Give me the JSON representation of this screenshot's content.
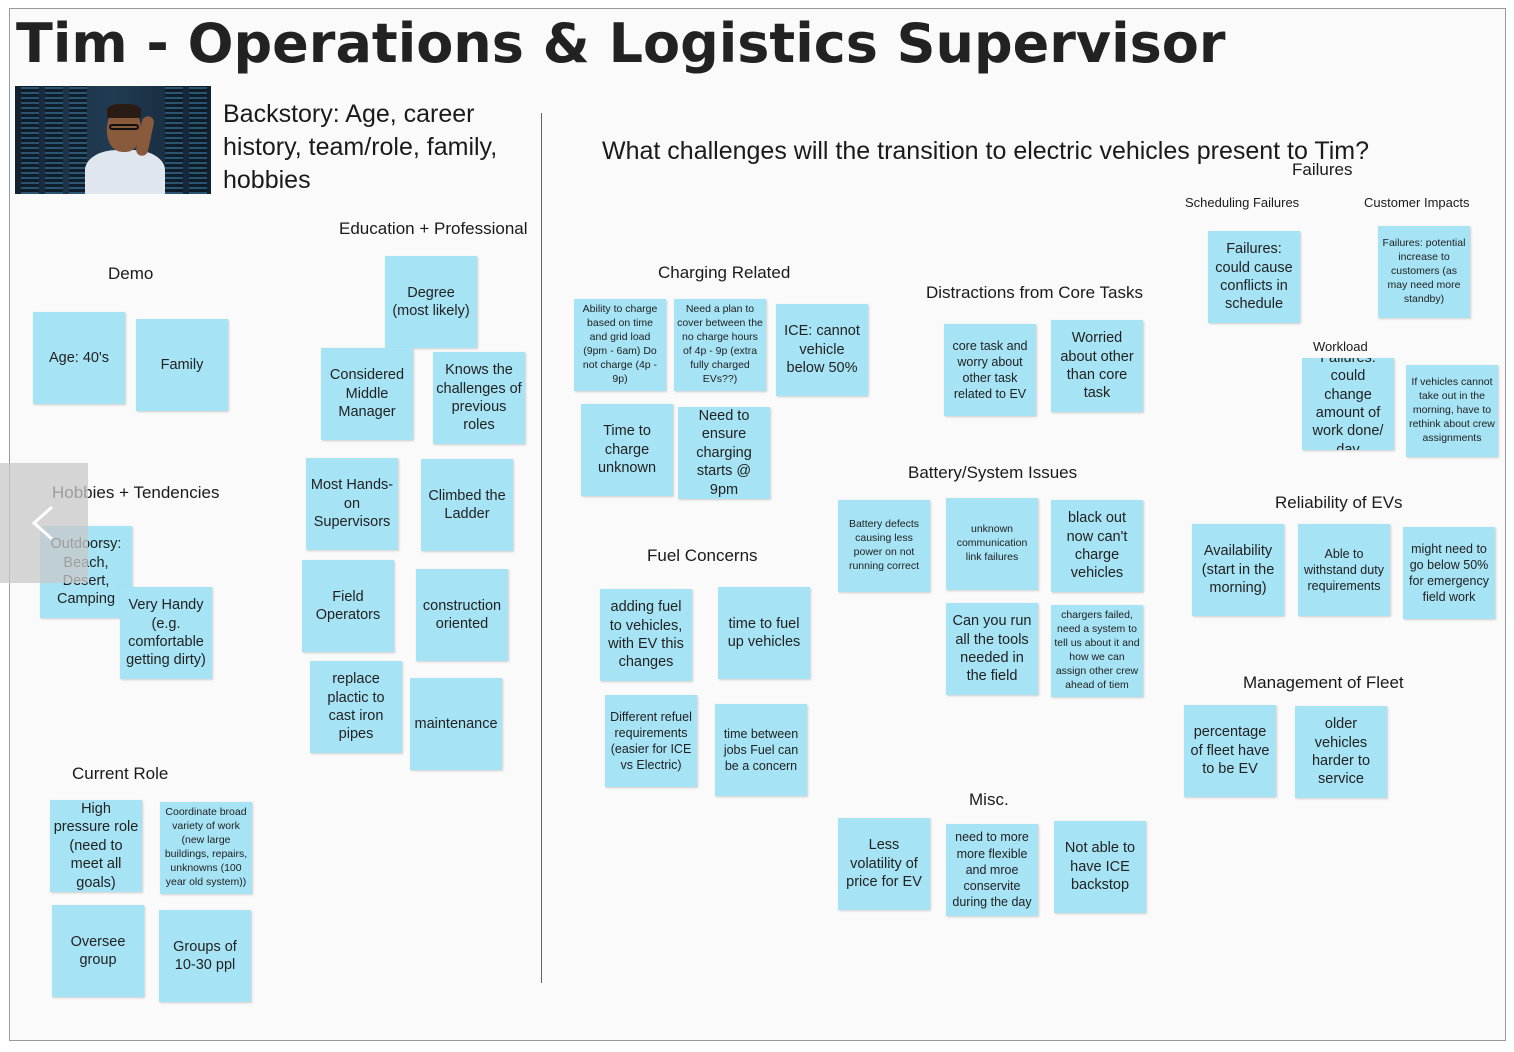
{
  "title": "Tim - Operations & Logistics Supervisor",
  "backstory": "Backstory: Age, career history, team/role, family, hobbies",
  "question": "What challenges will the transition to electric vehicles present to Tim?",
  "photo_icon": "person-photo",
  "nav_icon": "chevron-left-icon",
  "colors": {
    "sticky": "#a6e3f5",
    "board": "#fafafa"
  },
  "sections": {
    "demo": "Demo",
    "education": "Education + Professional",
    "hobbies": "Hobbies + Tendencies",
    "current_role": "Current Role",
    "charging": "Charging Related",
    "fuel": "Fuel Concerns",
    "distractions": "Distractions from Core Tasks",
    "battery": "Battery/System Issues",
    "misc": "Misc.",
    "failures": "Failures",
    "scheduling_failures": "Scheduling Failures",
    "customer_impacts": "Customer Impacts",
    "workload": "Workload",
    "reliability": "Reliability of EVs",
    "fleet": "Management of Fleet"
  },
  "notes": {
    "age": "Age: 40's",
    "family": "Family",
    "degree": "Degree (most likely)",
    "middle_manager": "Considered Middle Manager",
    "knows_challenges": "Knows the challenges of previous roles",
    "hands_on": "Most Hands-on Supervisors",
    "climbed": "Climbed the Ladder",
    "field_operators": "Field Operators",
    "construction": "construction oriented",
    "replace_pipes": "replace plactic to cast iron pipes",
    "maintenance": "maintenance",
    "outdoorsy": "Outdoorsy: Beach, Desert, Camping",
    "very_handy": "Very Handy (e.g. comfortable getting dirty)",
    "high_pressure": "High pressure role (need to meet all goals)",
    "coordinate": "Coordinate broad variety of work (new large buildings, repairs, unknowns (100 year old system))",
    "oversee": "Oversee group",
    "groups": "Groups of 10-30 ppl",
    "ability_charge": "Ability to charge based on time and grid load (9pm - 6am) Do not charge (4p - 9p)",
    "need_plan": "Need a plan to cover between the no charge hours of 4p - 9p (extra fully charged EVs??)",
    "ice_below": "ICE: cannot vehicle below 50%",
    "time_charge": "Time to charge unknown",
    "ensure_charging": "Need to ensure charging starts @ 9pm",
    "adding_fuel": "adding fuel to vehicles, with EV this changes",
    "time_fuel": "time to fuel up vehicles",
    "refuel_req": "Different refuel requirements (easier for ICE vs Electric)",
    "time_between": "time between jobs Fuel can be a concern",
    "core_worry": "core task and worry about other task related to EV",
    "worried_other": "Worried about other than core task",
    "battery_defects": "Battery defects causing less power on not running correct",
    "comm_link": "unknown communication link failures",
    "black_out": "black out now can't charge vehicles",
    "tools_field": "Can you run all the tools needed in the field",
    "chargers_failed": "chargers failed, need a system to tell us about it and how we can assign other crew ahead of tiem",
    "less_volatility": "Less volatility of price for EV",
    "flexible": "need to more more flexible and mroe conservite during the day",
    "no_ice": "Not able to have ICE backstop",
    "sched_conflicts": "Failures: could cause conflicts in schedule",
    "cust_increase": "Failures: potential increase to customers (as may need more standby)",
    "work_done": "Failures: could change amount of work done/ day",
    "rethink_crew": "If vehicles cannot take out in the morning, have to rethink about crew assignments",
    "availability": "Availability (start in the morning)",
    "withstand": "Able to withstand duty requirements",
    "below_50": "might need to go below 50% for emergency field work",
    "percent_fleet": "percentage of fleet have to be EV",
    "older_vehicles": "older vehicles harder to service"
  }
}
